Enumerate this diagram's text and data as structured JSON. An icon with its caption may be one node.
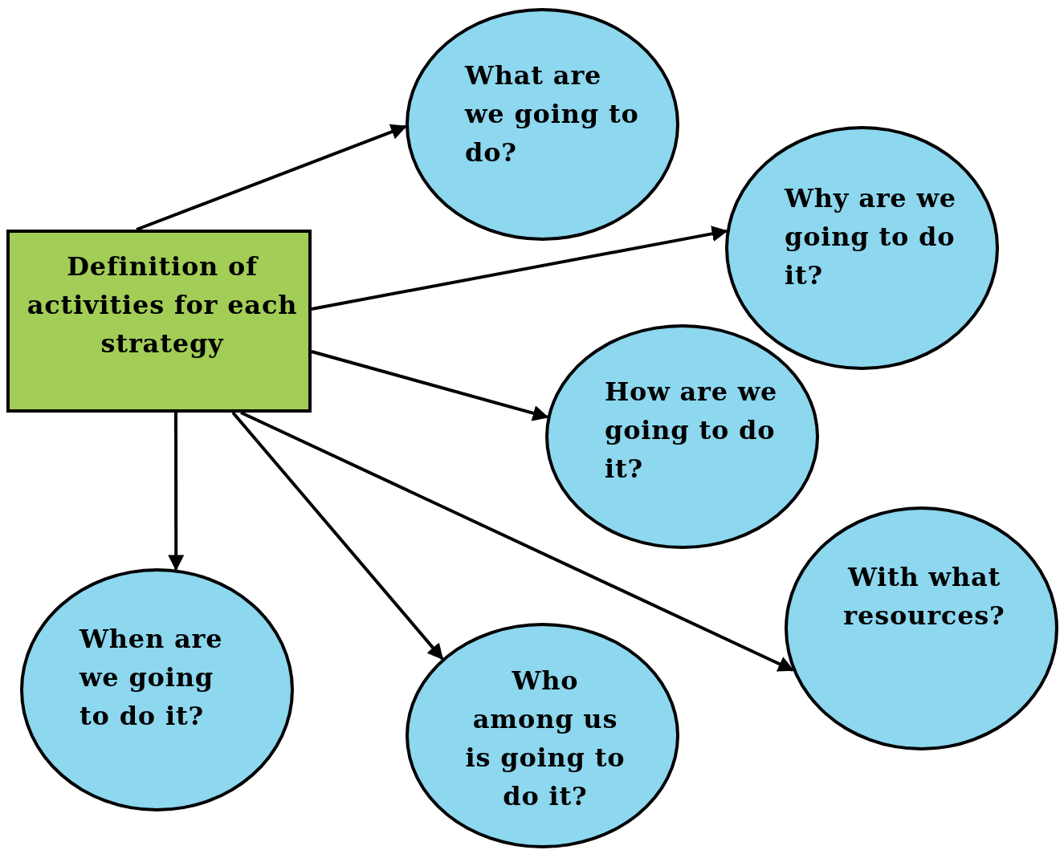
{
  "diagram": {
    "nodes": [
      {
        "text": [
          "Definition of activities for each strategy"
        ]
      },
      {
        "text": [
          "What are we going to do?"
        ]
      },
      {
        "text": [
          "Why are we going to do it?"
        ]
      },
      {
        "text": [
          "How are we going to do it?"
        ]
      },
      {
        "text": [
          "With what resources?"
        ]
      },
      {
        "text": [
          "When are we going to do it?"
        ]
      },
      {
        "text": [
          "Who among us is going to do it?"
        ]
      }
    ],
    "edges": [
      {
        "from": 0,
        "to": 1,
        "arrow": "to"
      },
      {
        "from": 0,
        "to": 2,
        "arrow": "to"
      },
      {
        "from": 0,
        "to": 3,
        "arrow": "to"
      },
      {
        "from": 0,
        "to": 4,
        "arrow": "to"
      },
      {
        "from": 0,
        "to": 5,
        "arrow": "to"
      },
      {
        "from": 0,
        "to": 6,
        "arrow": "to"
      }
    ]
  }
}
